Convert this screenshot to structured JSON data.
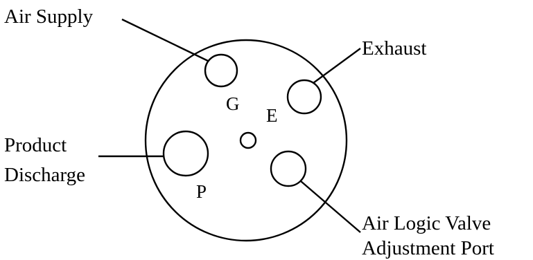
{
  "labels": {
    "air_supply": "Air Supply",
    "exhaust": "Exhaust",
    "product_discharge_line1": "Product",
    "product_discharge_line2": "Discharge",
    "air_logic_line1": "Air Logic Valve",
    "air_logic_line2": "Adjustment Port"
  },
  "port_letters": {
    "g": "G",
    "e": "E",
    "p": "P"
  }
}
